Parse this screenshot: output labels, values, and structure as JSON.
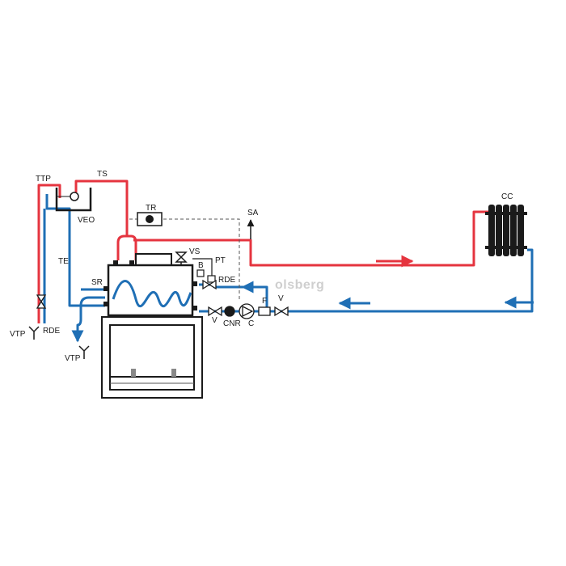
{
  "colors": {
    "hot": "#e5343f",
    "cold": "#1f6fb5",
    "black": "#1a1a1a",
    "dashed": "#555555",
    "watermark": "#cfcfcf"
  },
  "labels": {
    "ttp": "TTP",
    "ts": "TS",
    "veo": "VEO",
    "te": "TE",
    "tr": "TR",
    "sa": "SA",
    "vs": "VS",
    "pt": "PT",
    "b": "B",
    "rde_right": "RDE",
    "sr": "SR",
    "rde_left": "RDE",
    "vtp_left": "VTP",
    "vtp_bottom": "VTP",
    "v_left": "V",
    "cnr": "CNR",
    "c": "C",
    "f": "F",
    "v_right": "V",
    "cc": "CC"
  },
  "watermark": "olsberg"
}
